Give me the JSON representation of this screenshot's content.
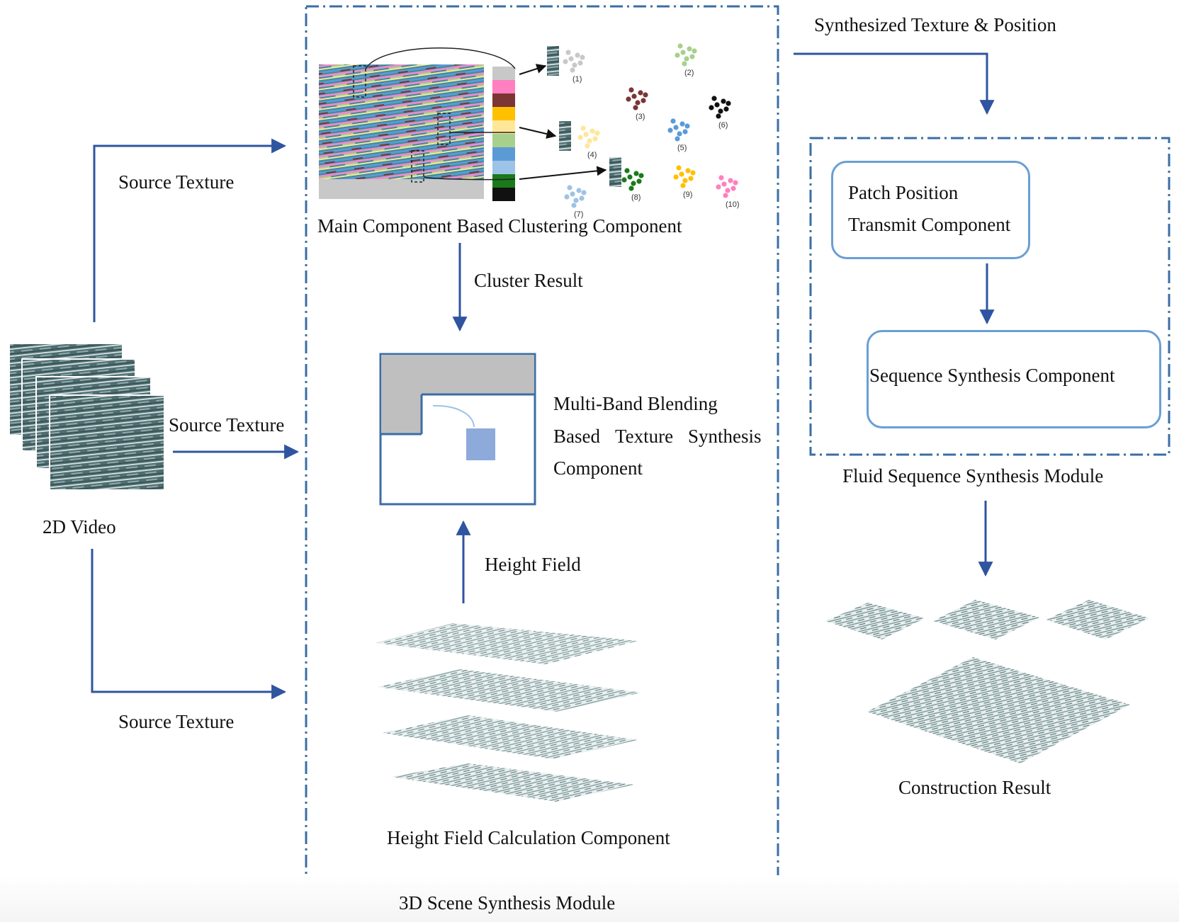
{
  "labels": {
    "synthesized_texture_position": "Synthesized Texture & Position",
    "source_texture_top": "Source Texture",
    "source_texture_mid": "Source Texture",
    "source_texture_bottom": "Source Texture",
    "video_2d": "2D Video",
    "main_clustering": "Main Component Based Clustering Component",
    "cluster_result": "Cluster Result",
    "multiband_line1": "Multi-Band Blending",
    "multiband_line2_a": "Based",
    "multiband_line2_b": "Texture",
    "multiband_line2_c": "Synthesis",
    "multiband_line3": "Component",
    "height_field": "Height Field",
    "height_field_calc": "Height Field Calculation Component",
    "scene_module": "3D Scene Synthesis Module",
    "patch_line1": "Patch Position",
    "patch_line2": "Transmit Component",
    "sequence_synthesis": "Sequence Synthesis Component",
    "fluid_module": "Fluid Sequence Synthesis Module",
    "construction_result": "Construction Result"
  },
  "clusters": [
    {
      "label": "(1)",
      "color": "#c8c8c8"
    },
    {
      "label": "(2)",
      "color": "#a8d08d"
    },
    {
      "label": "(3)",
      "color": "#7b3535"
    },
    {
      "label": "(4)",
      "color": "#ffe699"
    },
    {
      "label": "(5)",
      "color": "#5b9bd5"
    },
    {
      "label": "(6)",
      "color": "#111111"
    },
    {
      "label": "(7)",
      "color": "#9dc3e6"
    },
    {
      "label": "(8)",
      "color": "#1a7a1a"
    },
    {
      "label": "(9)",
      "color": "#ffc000"
    },
    {
      "label": "(10)",
      "color": "#ff7fc0"
    }
  ],
  "palette": [
    "#c8c8c8",
    "#ff7fc0",
    "#7b3535",
    "#ffc000",
    "#ffe699",
    "#a8d08d",
    "#5b9bd5",
    "#9dc3e6",
    "#1a7a1a",
    "#111111"
  ],
  "colors": {
    "arrow": "#2f54a0",
    "module_border": "#3a6ea5",
    "component_border": "#6a9fd4",
    "water": "#3f6a6e"
  }
}
